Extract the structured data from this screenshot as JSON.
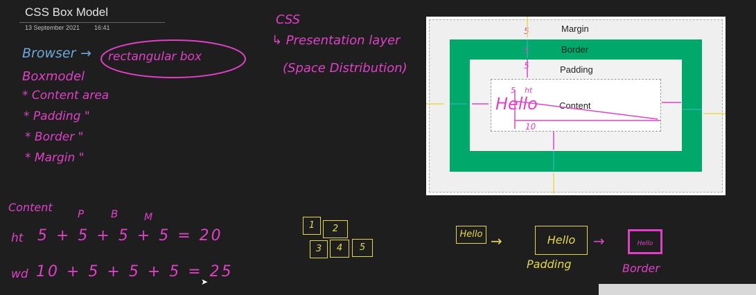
{
  "page": {
    "title": "CSS Box Model",
    "date": "13 September 2021",
    "time": "16:41"
  },
  "notes_left": {
    "line1_a": "Browser",
    "line1_arrow": "→",
    "line1_b": "rectangular box",
    "boxmodel": "Boxmodel",
    "items": [
      "* Content area",
      "* Padding \"",
      "* Border \"",
      "* Margin \""
    ]
  },
  "notes_css": {
    "css": "CSS",
    "layer": "↳ Presentation layer",
    "space": "(Space Distribution)"
  },
  "diagram": {
    "margin": "Margin",
    "border": "Border",
    "padding": "Padding",
    "content": "Content",
    "hello": "Hello",
    "ht": "ht",
    "five": "5",
    "ten": "10"
  },
  "calc": {
    "content": "Content",
    "p": "P",
    "b": "B",
    "m": "M",
    "ht_label": "ht",
    "ht_expr": "5 + 5 + 5 + 5 = 20",
    "wd_label": "wd",
    "wd_expr": "10 + 5 + 5 + 5 = 25"
  },
  "blocks": [
    "1",
    "2",
    "3",
    "4",
    "5"
  ],
  "flow": {
    "hello": "Hello",
    "padding": "Padding",
    "border": "Border",
    "arrow": "→"
  },
  "colors": {
    "bg": "#1e1e1e",
    "border_green": "#00a86b",
    "ink_blue": "#6fa8dc",
    "ink_pink": "#e040c8",
    "ink_yellow": "#e6d84a"
  }
}
